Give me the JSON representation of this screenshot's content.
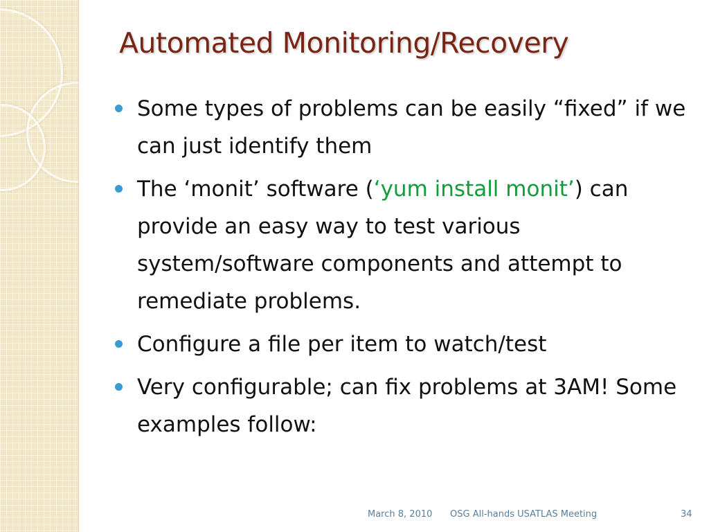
{
  "slide": {
    "title": "Automated Monitoring/Recovery",
    "bullets": [
      {
        "text": "Some types of problems can be easily “fixed” if we can just identify them"
      },
      {
        "prefix": "The ‘monit’ software (",
        "highlight": "‘yum install monit’",
        "suffix": ") can provide an easy way to test various system/software components and attempt to remediate problems."
      },
      {
        "text": "Configure a file per item to watch/test"
      },
      {
        "text": "Very configurable; can fix problems at 3AM!  Some examples follow:"
      }
    ]
  },
  "footer": {
    "date": "March 8, 2010",
    "meeting": "OSG All-hands USATLAS Meeting",
    "page": "34"
  },
  "colors": {
    "title": "#7a2514",
    "bullet": "#3a9bd0",
    "highlight": "#149b3c",
    "footer": "#5a7d9a",
    "sidebar": "#f1e6c6"
  }
}
